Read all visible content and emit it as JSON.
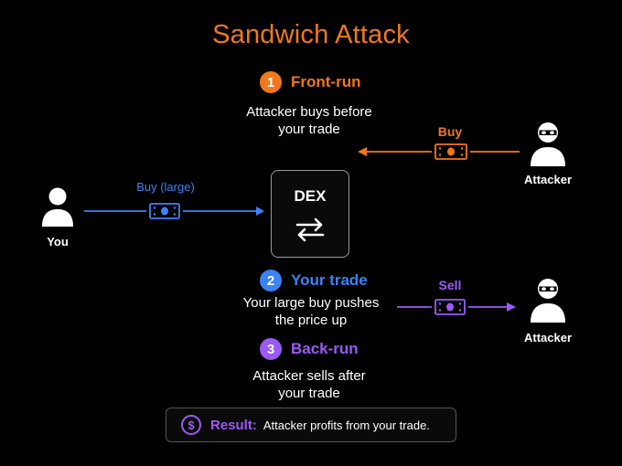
{
  "title": "Sandwich Attack",
  "colors": {
    "frontrun": "#f0781e",
    "yourtrade": "#3b82f6",
    "backrun": "#9b59f5"
  },
  "steps": [
    {
      "num": "1",
      "title": "Front-run",
      "desc": [
        "Attacker buys before",
        "your trade"
      ]
    },
    {
      "num": "2",
      "title": "Your trade",
      "desc": [
        "Your large buy pushes",
        "the price up"
      ]
    },
    {
      "num": "3",
      "title": "Back-run",
      "desc": [
        "Attacker sells after",
        "your trade"
      ]
    }
  ],
  "actors": {
    "you": "You",
    "attacker_top": "Attacker",
    "attacker_bottom": "Attacker"
  },
  "flows": {
    "buy_large": "Buy (large)",
    "buy": "Buy",
    "sell": "Sell"
  },
  "dex": {
    "label": "DEX"
  },
  "result": {
    "label": "Result:",
    "text": "Attacker profits from your trade.",
    "icon": "$"
  }
}
